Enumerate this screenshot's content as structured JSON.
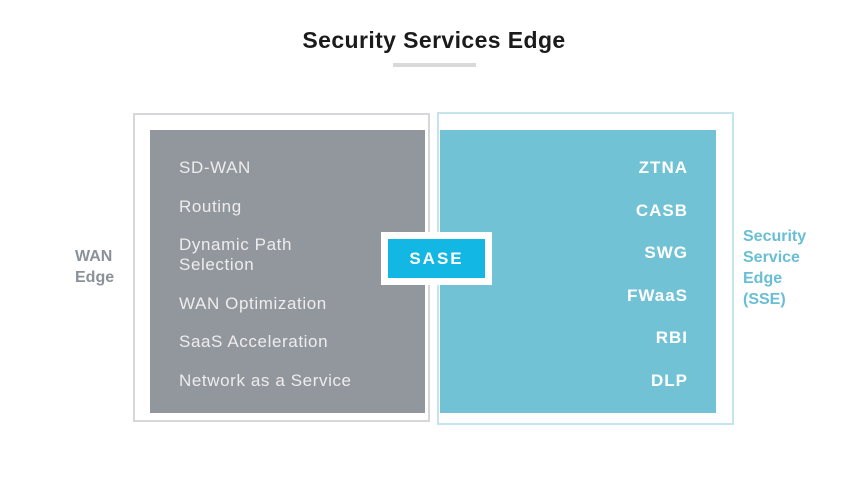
{
  "title": "Security Services Edge",
  "center_badge": {
    "label": "SASE"
  },
  "left_panel": {
    "label": "WAN\nEdge",
    "items": [
      "SD-WAN",
      "Routing",
      "Dynamic Path\nSelection",
      "WAN Optimization",
      "SaaS Acceleration",
      "Network as a Service"
    ]
  },
  "right_panel": {
    "label": "Security\nService\nEdge\n(SSE)",
    "items": [
      "ZTNA",
      "CASB",
      "SWG",
      "FWaaS",
      "RBI",
      "DLP"
    ]
  },
  "colors": {
    "title_text": "#1B1B1B",
    "title_underline": "#D9D9D9",
    "wan_box": "#92979E",
    "wan_outline": "#D6D7DB",
    "wan_item_text": "#EDEDED",
    "wan_label": "#8B9199",
    "sse_box": "#71C2D5",
    "sse_outline": "#C4E4EE",
    "sse_item_text": "#FFFFFF",
    "sse_label": "#68BFD4",
    "sase_badge": "#12B7E3",
    "sase_text": "#FFFFFF"
  }
}
